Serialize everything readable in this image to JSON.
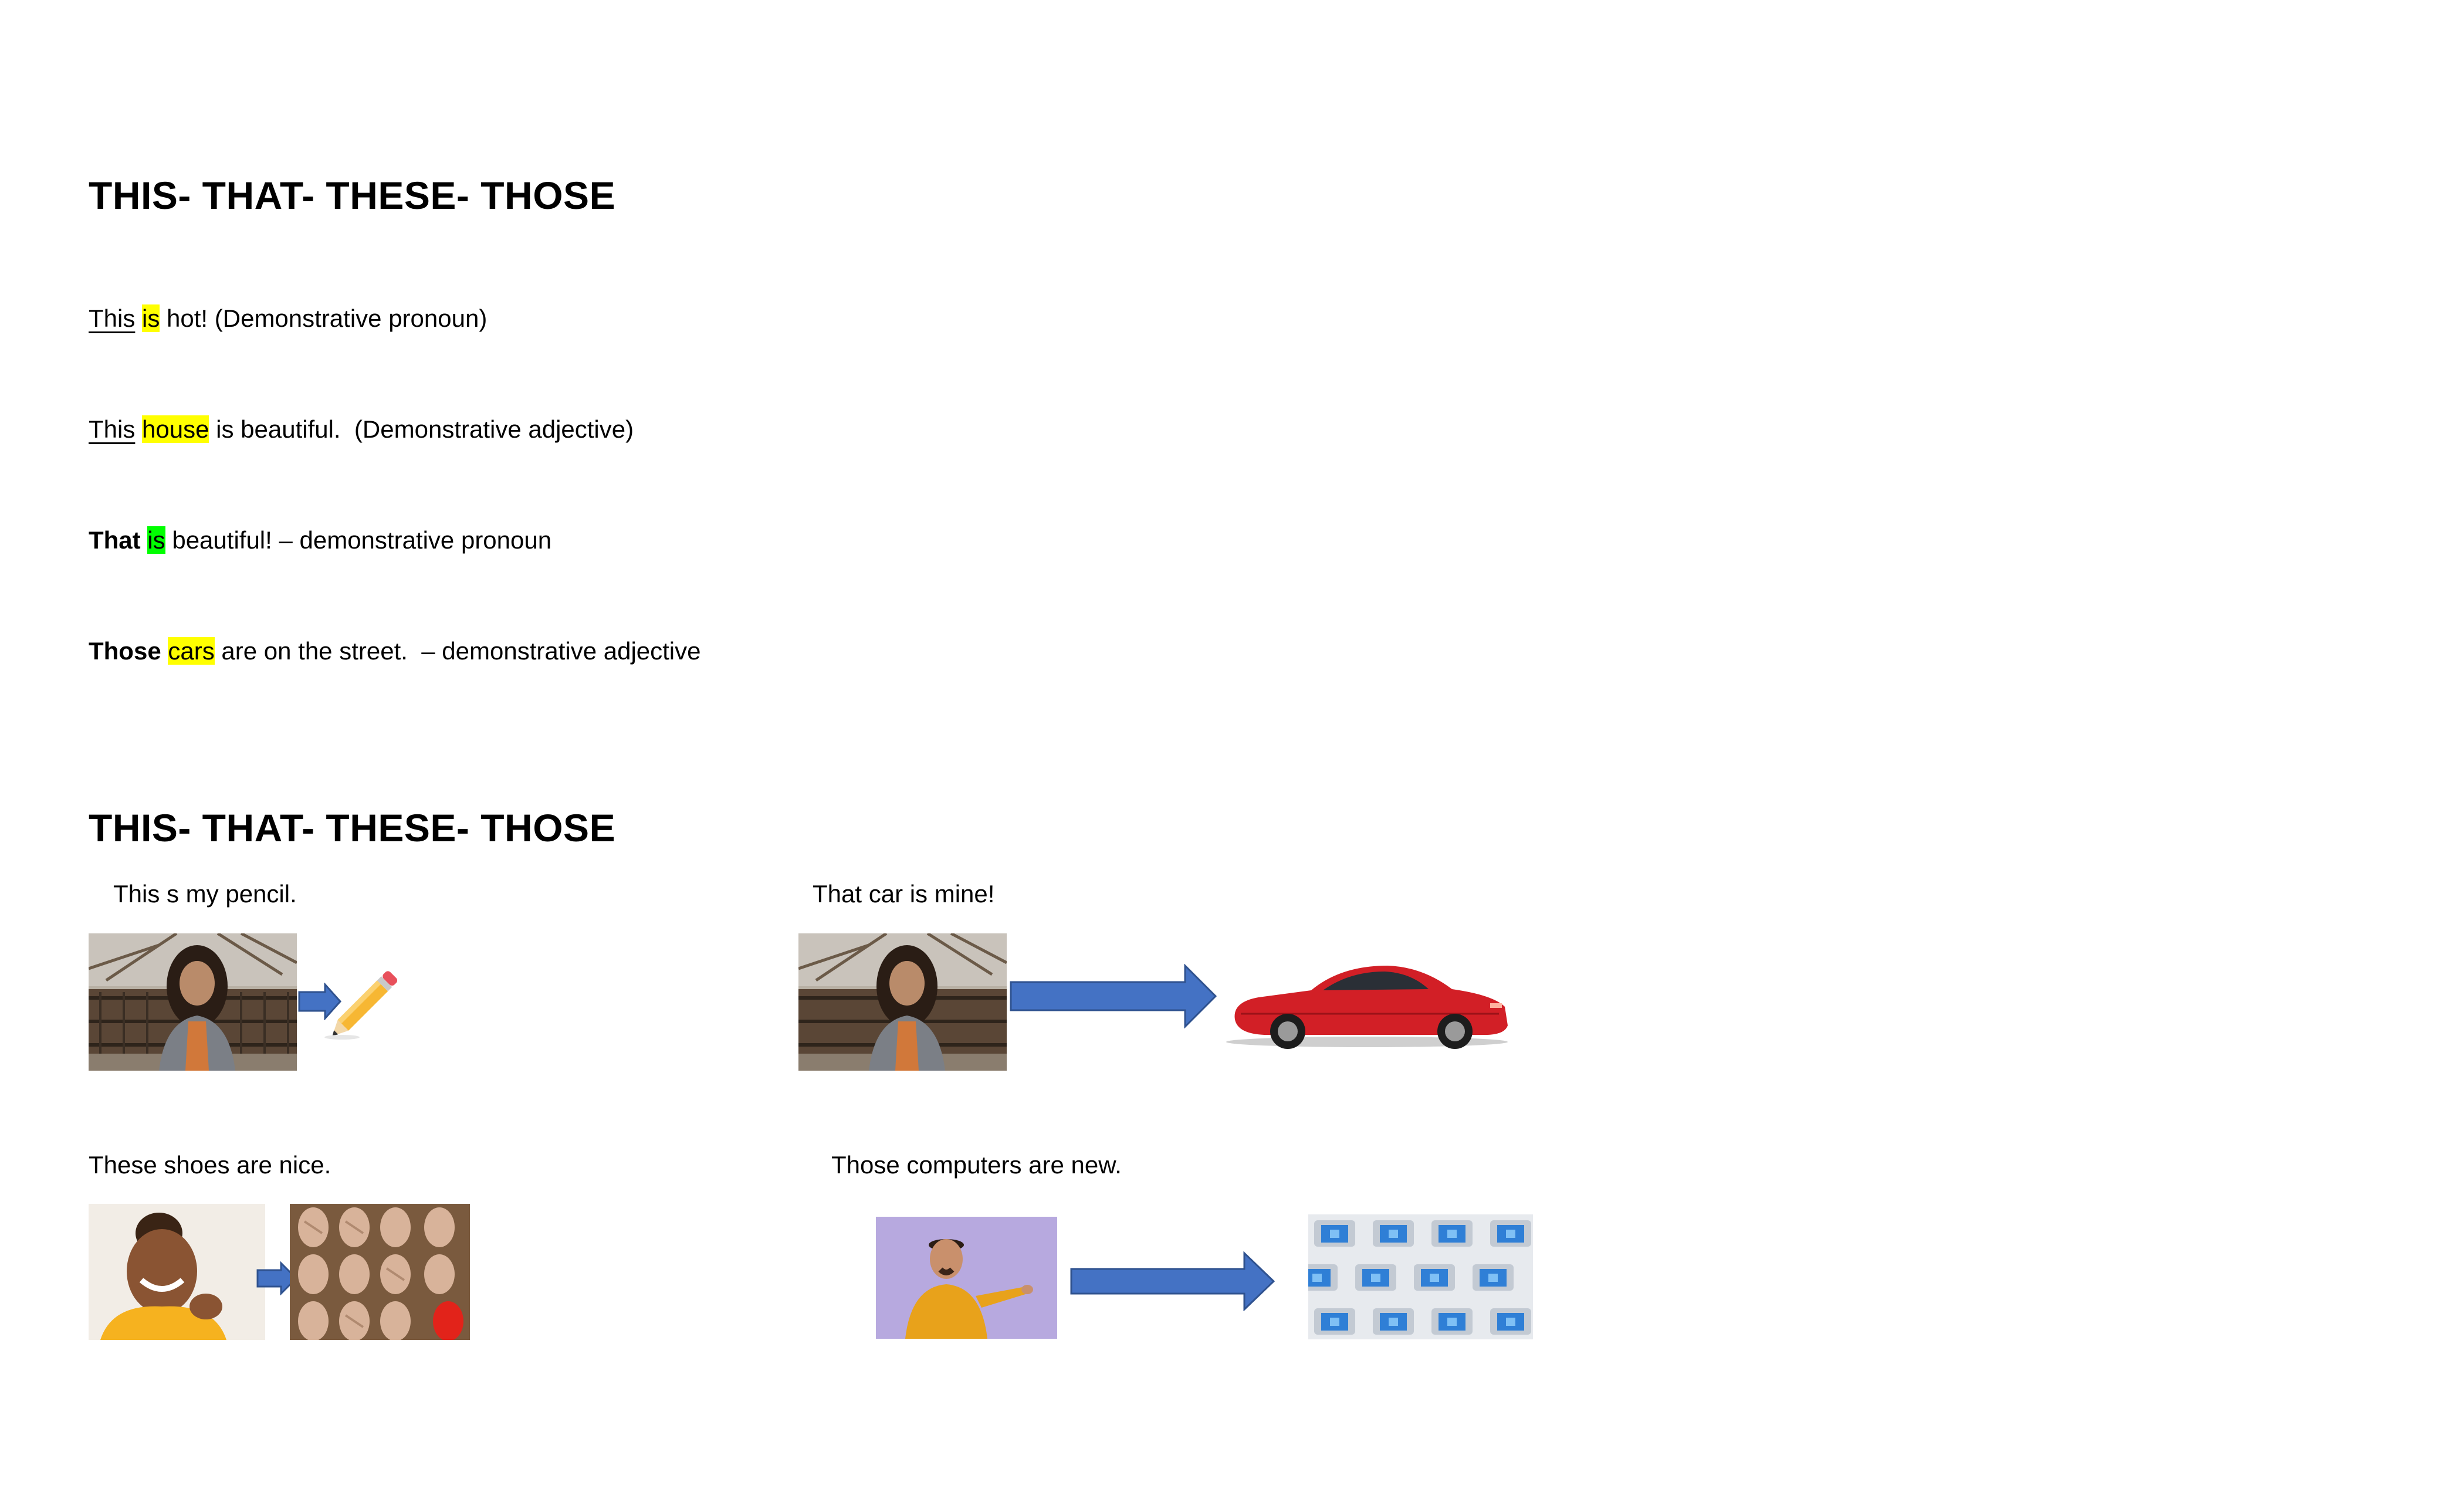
{
  "section1": {
    "title": "THIS- THAT- THESE- THOSE",
    "lines": [
      {
        "w1": "This",
        "w2": "is",
        "rest": " hot! (Demonstrative pronoun)"
      },
      {
        "w1": "This",
        "w2": "house",
        "rest": " is beautiful.  (Demonstrative adjective)"
      },
      {
        "w1": "That",
        "w2": "is",
        "rest": " beautiful! – demonstrative pronoun"
      },
      {
        "w1": "Those",
        "w2": "cars",
        "rest": " are on the street.  – demonstrative adjective"
      }
    ]
  },
  "section2": {
    "title": "THIS- THAT- THESE- THOSE",
    "examples": [
      {
        "caption": "This s my pencil."
      },
      {
        "caption": "That car is mine!"
      },
      {
        "caption": "These shoes are nice."
      },
      {
        "caption": "Those computers are new."
      }
    ]
  },
  "colors": {
    "highlight_yellow": "#ffff00",
    "highlight_green": "#00ff00",
    "arrow_blue": "#4472c4"
  }
}
